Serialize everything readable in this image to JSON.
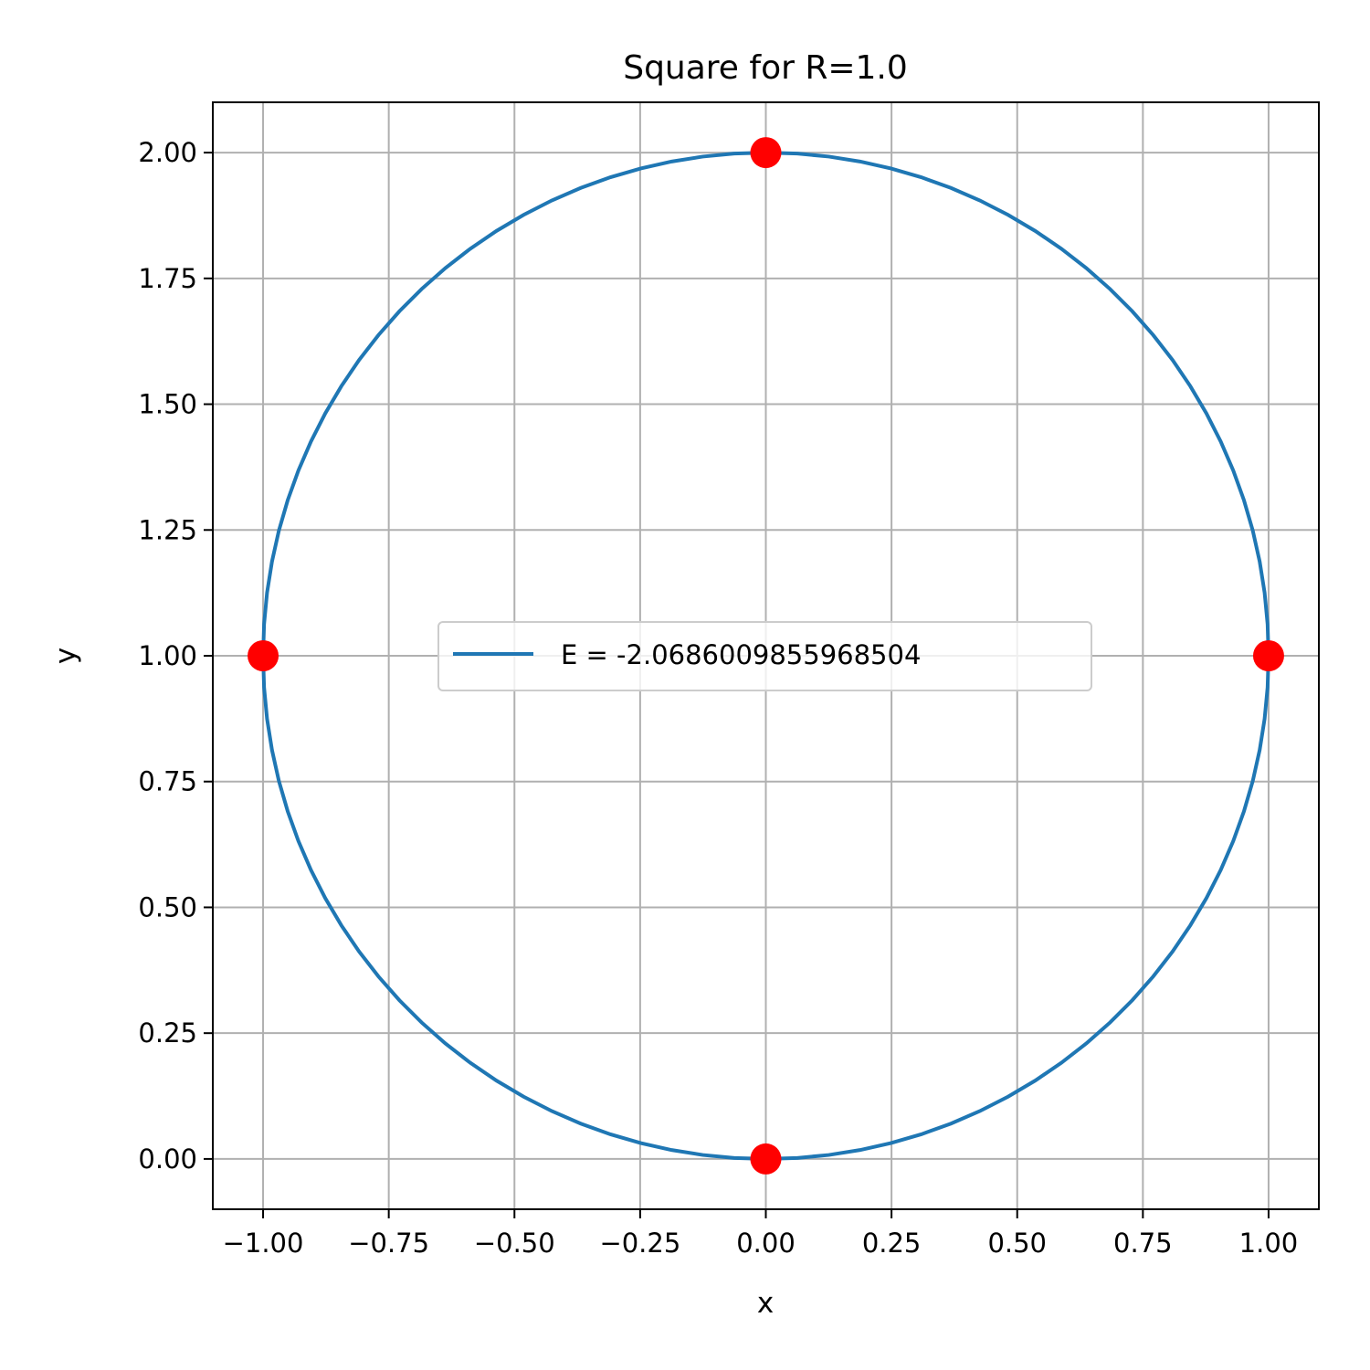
{
  "chart_data": {
    "type": "line",
    "title": "Square for R=1.0",
    "xlabel": "x",
    "ylabel": "y",
    "xlim": [
      -1.1,
      1.1
    ],
    "ylim": [
      -0.1,
      2.1
    ],
    "xticks": [
      -1.0,
      -0.75,
      -0.5,
      -0.25,
      0.0,
      0.25,
      0.5,
      0.75,
      1.0
    ],
    "xtick_labels": [
      "−1.00",
      "−0.75",
      "−0.50",
      "−0.25",
      "0.00",
      "0.25",
      "0.50",
      "0.75",
      "1.00"
    ],
    "yticks": [
      0.0,
      0.25,
      0.5,
      0.75,
      1.0,
      1.25,
      1.5,
      1.75,
      2.0
    ],
    "ytick_labels": [
      "0.00",
      "0.25",
      "0.50",
      "0.75",
      "1.00",
      "1.25",
      "1.50",
      "1.75",
      "2.00"
    ],
    "grid": true,
    "legend_position": "center",
    "series": [
      {
        "name": "E = -2.0686009855968504",
        "type": "line",
        "color": "#1f77b4",
        "shape": "circle",
        "center": [
          0.0,
          1.0
        ],
        "radius": 1.0
      },
      {
        "type": "scatter",
        "color": "#ff0000",
        "points": [
          [
            0.0,
            2.0
          ],
          [
            1.0,
            1.0
          ],
          [
            0.0,
            0.0
          ],
          [
            -1.0,
            1.0
          ]
        ]
      }
    ]
  }
}
